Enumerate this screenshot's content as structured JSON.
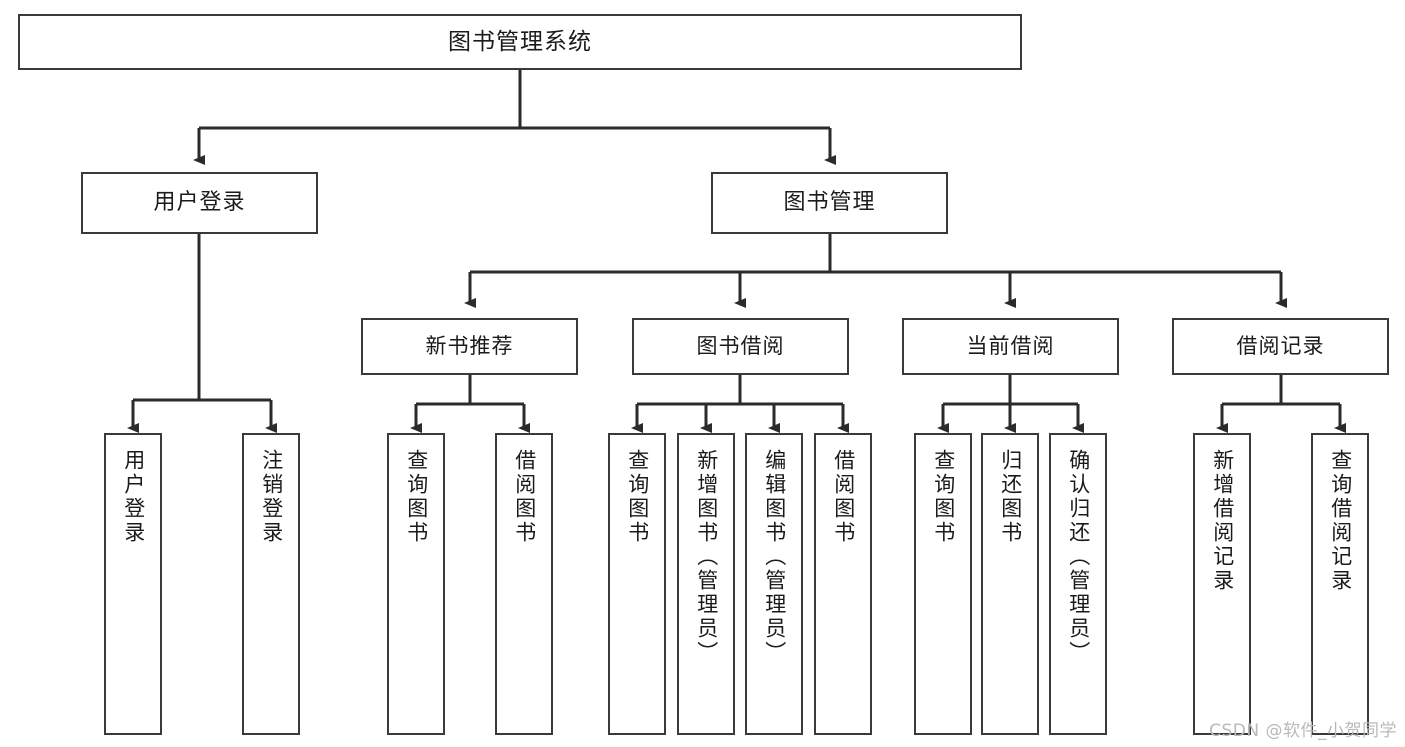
{
  "diagram": {
    "title": "图书管理系统",
    "watermark": "CSDN @软件_小贺同学",
    "line_color": "#3a3a3a",
    "box_fill": "#ffffff",
    "text_color": "#1b1b1b"
  },
  "nodes": {
    "root": {
      "label": "图书管理系统"
    },
    "level1": [
      {
        "label": "用户登录"
      },
      {
        "label": "图书管理"
      }
    ],
    "level2": [
      {
        "label": "新书推荐"
      },
      {
        "label": "图书借阅"
      },
      {
        "label": "当前借阅"
      },
      {
        "label": "借阅记录"
      }
    ],
    "leaves": {
      "user_login": [
        {
          "label": "用户登录"
        },
        {
          "label": "注销登录"
        }
      ],
      "new_book_recommend": [
        {
          "label": "查询图书"
        },
        {
          "label": "借阅图书"
        }
      ],
      "book_borrow": [
        {
          "label": "查询图书"
        },
        {
          "label": "新增图书（管理员）"
        },
        {
          "label": "编辑图书（管理员）"
        },
        {
          "label": "借阅图书"
        }
      ],
      "current_borrow": [
        {
          "label": "查询图书"
        },
        {
          "label": "归还图书"
        },
        {
          "label": "确认归还（管理员）"
        }
      ],
      "borrow_record": [
        {
          "label": "新增借阅记录"
        },
        {
          "label": "查询借阅记录"
        }
      ]
    }
  }
}
